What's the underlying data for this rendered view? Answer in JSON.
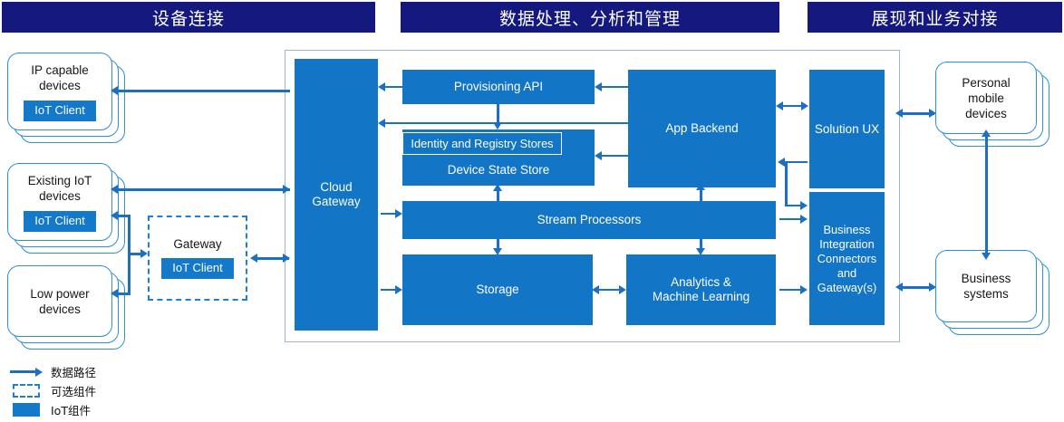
{
  "headers": [
    {
      "label": "设备连接"
    },
    {
      "label": "数据处理、分析和管理"
    },
    {
      "label": "展现和业务对接"
    }
  ],
  "device_connectivity": {
    "devices": [
      {
        "label": "IP capable\ndevices",
        "client_label": "IoT Client",
        "has_client": true
      },
      {
        "label": "Existing IoT\ndevices",
        "client_label": "IoT Client",
        "has_client": true
      },
      {
        "label": "Low power\ndevices",
        "client_label": "",
        "has_client": false
      }
    ],
    "gateway": {
      "label": "Gateway",
      "client_label": "IoT Client",
      "optional": true
    }
  },
  "data_platform": {
    "cloud_gateway": "Cloud\nGateway",
    "provisioning_api": "Provisioning API",
    "identity_registry_stores": "Identity and Registry Stores",
    "device_state_store": "Device State Store",
    "app_backend": "App Backend",
    "stream_processors": "Stream Processors",
    "storage": "Storage",
    "analytics_ml": "Analytics &\nMachine Learning",
    "solution_ux": "Solution UX",
    "business_integration": "Business\nIntegration\nConnectors\nand\nGateway(s)"
  },
  "presentation": {
    "boxes": [
      {
        "label": "Personal\nmobile\ndevices"
      },
      {
        "label": "Business\nsystems"
      }
    ]
  },
  "legend": {
    "items": [
      {
        "key": "data-path-arrow",
        "label": "数据路径"
      },
      {
        "key": "optional-component",
        "label": "可选组件"
      },
      {
        "key": "iot-component",
        "label": "IoT组件"
      }
    ]
  },
  "colors": {
    "header_bar": "#14187F",
    "block_fill": "#1275C5",
    "iot_client_fill": "#1579C9",
    "arrow": "#1B6FC4",
    "card_border": "#2F8FD8",
    "panel_border": "#9DB8CE"
  }
}
